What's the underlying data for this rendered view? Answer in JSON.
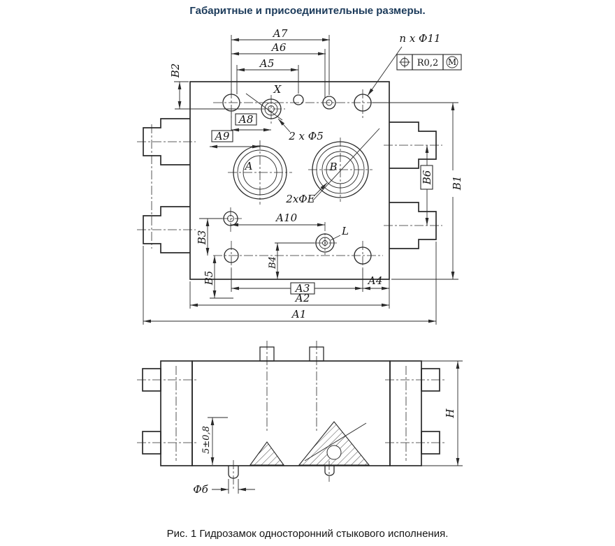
{
  "header": {
    "title": "Габаритные и присоединительные размеры."
  },
  "figure": {
    "caption": "Рис. 1 Гидрозамок односторонний стыкового исполнения."
  },
  "colors": {
    "title": "#1b3a5a",
    "line": "#2a2a2a",
    "background": "#ffffff"
  },
  "drawing": {
    "top_view": {
      "dim_a1": "А1",
      "dim_a2": "А2",
      "dim_a3": "А3",
      "dim_a4": "А4",
      "dim_a5": "А5",
      "dim_a6": "А6",
      "dim_a7": "А7",
      "dim_a8": "А8",
      "dim_a9": "А9",
      "dim_a10": "А10",
      "dim_b1": "В1",
      "dim_b2": "В2",
      "dim_b3": "В3",
      "dim_b4": "В4",
      "dim_b5": "В5",
      "dim_b6": "В6",
      "note_holes": "п х Ф11",
      "note_2f5": "2 х Ф5",
      "note_2fe": "2хФЕ",
      "port_x": "X",
      "port_a": "А",
      "port_b": "В",
      "port_l": "L",
      "tolerance": {
        "value": "R0,2",
        "modifier": "М"
      }
    },
    "side_view": {
      "dim_h": "Н",
      "dim_offset": "5±0,8",
      "dim_drain": "Фб"
    }
  }
}
